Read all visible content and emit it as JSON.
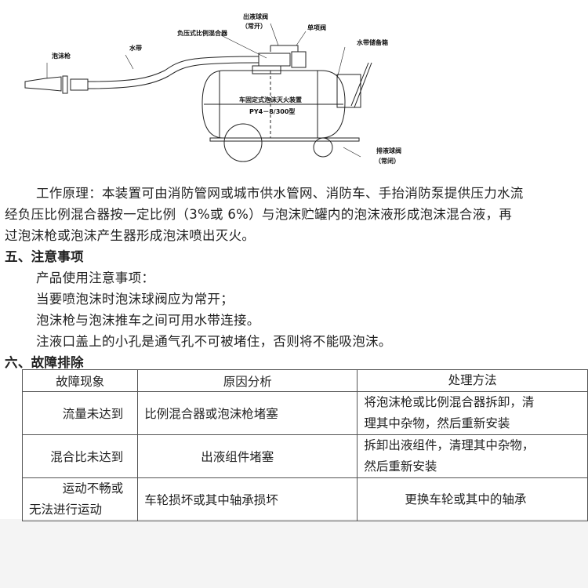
{
  "diagram": {
    "labels": {
      "foam_gun": "泡沫枪",
      "hose": "水带",
      "mixer": "负压式比例混合器",
      "outlet_valve": "出液球阀",
      "outlet_valve_note": "（常开）",
      "check_valve": "单项阀",
      "hose_box": "水带储备箱",
      "device_name": "车固定式泡沫灭火装置",
      "model": "PY4－8/300型",
      "drain_valve": "排液球阀",
      "drain_valve_note": "（常闭）"
    }
  },
  "principle": [
    "工作原理：本装置可由消防管网或城市供水管网、消防车、手抬消防泵提供压力水流",
    "经负压比例混合器按一定比例（3%或 6%）与泡沫贮罐内的泡沫液形成泡沫混合液，再",
    "过泡沫枪或泡沫产生器形成泡沫喷出灭火。"
  ],
  "section5": {
    "title": "五、注意事项",
    "lines": [
      "产品使用注意事项：",
      "当要喷泡沫时泡沫球阀应为常开；",
      "泡沫枪与泡沫推车之间可用水带连接。",
      "注液口盖上的小孔是通气孔不可被堵住，否则将不能吸泡沫。"
    ]
  },
  "section6": {
    "title": "六、故障排除",
    "table": {
      "headers": [
        "故障现象",
        "原因分析",
        "处理方法"
      ],
      "rows": [
        {
          "symptom": [
            "流量未达到"
          ],
          "cause": "比例混合器或泡沫枪堵塞",
          "fix": [
            "将泡沫枪或比例混合器拆卸，清",
            "理其中杂物，然后重新安装"
          ]
        },
        {
          "symptom": [
            "混合比未达到"
          ],
          "cause": "出液组件堵塞",
          "fix": [
            "拆卸出液组件，清理其中杂物，",
            "然后重新安装"
          ]
        },
        {
          "symptom": [
            "运动不畅或",
            "无法进行运动"
          ],
          "cause": "车轮损坏或其中轴承损坏",
          "fix": [
            "更换车轮或其中的轴承"
          ]
        }
      ]
    }
  }
}
